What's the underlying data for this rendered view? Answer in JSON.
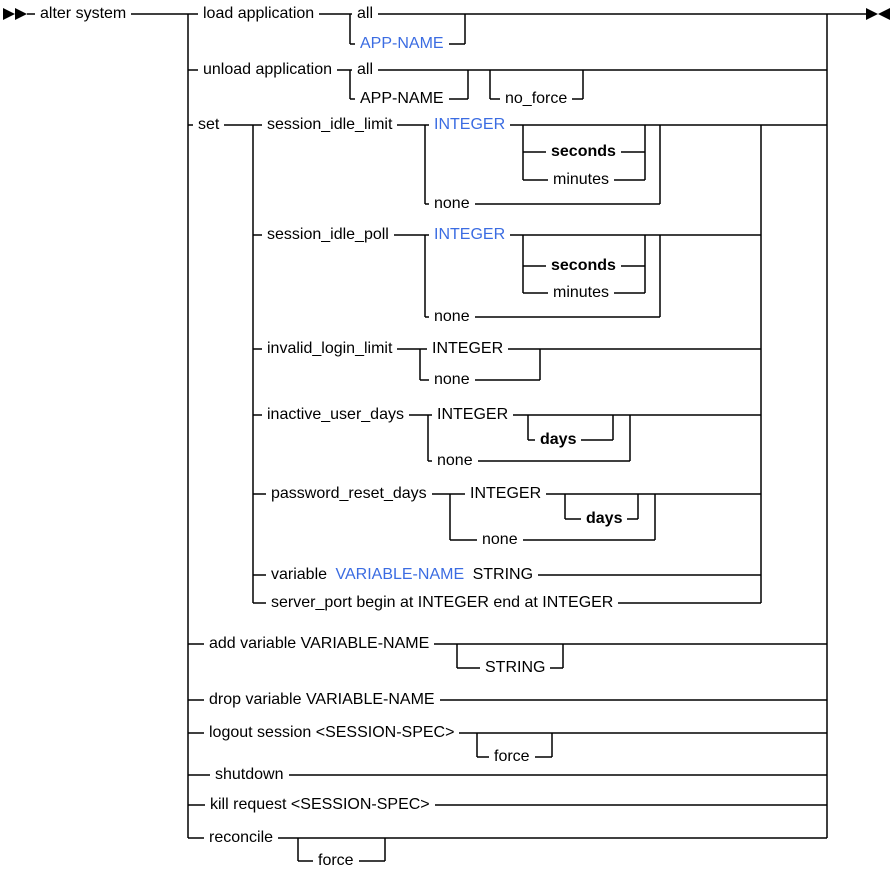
{
  "colors": {
    "text": "#000000",
    "link": "#3b6ce2",
    "line": "#000000",
    "background": "#ffffff"
  },
  "entry": {
    "keyword": "alter system"
  },
  "branches": {
    "load_application": {
      "label": "load application",
      "all": "all",
      "app_name": "APP-NAME"
    },
    "unload_application": {
      "label": "unload application",
      "all": "all",
      "app_name": "APP-NAME",
      "no_force": "no_force"
    },
    "set": {
      "label": "set",
      "session_idle_limit": {
        "label": "session_idle_limit",
        "integer": "INTEGER",
        "seconds": "seconds",
        "minutes": "minutes",
        "none": "none"
      },
      "session_idle_poll": {
        "label": "session_idle_poll",
        "integer": "INTEGER",
        "seconds": "seconds",
        "minutes": "minutes",
        "none": "none"
      },
      "invalid_login_limit": {
        "label": "invalid_login_limit",
        "integer": "INTEGER",
        "none": "none"
      },
      "inactive_user_days": {
        "label": "inactive_user_days",
        "integer": "INTEGER",
        "days": "days",
        "none": "none"
      },
      "password_reset_days": {
        "label": "password_reset_days",
        "integer": "INTEGER",
        "days": "days",
        "none": "none"
      },
      "variable": {
        "label": "variable",
        "variable_name": "VARIABLE-NAME",
        "string": "STRING"
      },
      "server_port": {
        "label": "server_port begin at INTEGER end at INTEGER"
      }
    },
    "add_variable": {
      "label": "add variable VARIABLE-NAME",
      "string": "STRING"
    },
    "drop_variable": {
      "label": "drop variable VARIABLE-NAME"
    },
    "logout_session": {
      "label": "logout session <SESSION-SPEC>",
      "force": "force"
    },
    "shutdown": {
      "label": "shutdown"
    },
    "kill_request": {
      "label": "kill request <SESSION-SPEC>"
    },
    "reconcile": {
      "label": "reconcile",
      "force": "force"
    }
  }
}
